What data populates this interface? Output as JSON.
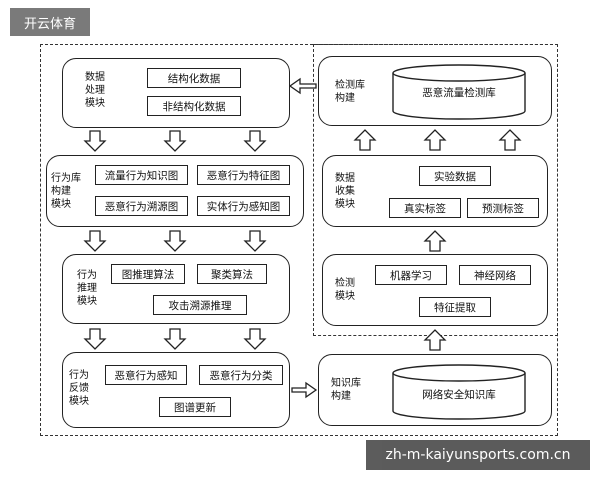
{
  "brand": "开云体育",
  "watermark": "zh-m-kaiyunsports.com.cn",
  "left_column": {
    "data_processing": {
      "label": "数据\n处理\n模块",
      "items": [
        "结构化数据",
        "非结构化数据"
      ]
    },
    "behavior_library": {
      "label": "行为库\n构建\n模块",
      "items": [
        "流量行为知识图",
        "恶意行为特征图",
        "恶意行为溯源图",
        "实体行为感知图"
      ]
    },
    "behavior_reasoning": {
      "label": "行为\n推理\n模块",
      "items": [
        "图推理算法",
        "聚类算法",
        "攻击溯源推理"
      ]
    },
    "behavior_feedback": {
      "label": "行为\n反馈\n模块",
      "items": [
        "恶意行为感知",
        "恶意行为分类",
        "图谱更新"
      ]
    }
  },
  "right_column": {
    "detection_library": {
      "label": "检测库\n构建",
      "cylinder": "恶意流量检测库"
    },
    "data_collection": {
      "label": "数据\n收集\n模块",
      "items": [
        "实验数据",
        "真实标签",
        "预测标签"
      ]
    },
    "detection": {
      "label": "检测\n模块",
      "items": [
        "机器学习",
        "神经网络",
        "特征提取"
      ]
    },
    "knowledge_library": {
      "label": "知识库\n构建",
      "cylinder": "网络安全知识库"
    }
  }
}
